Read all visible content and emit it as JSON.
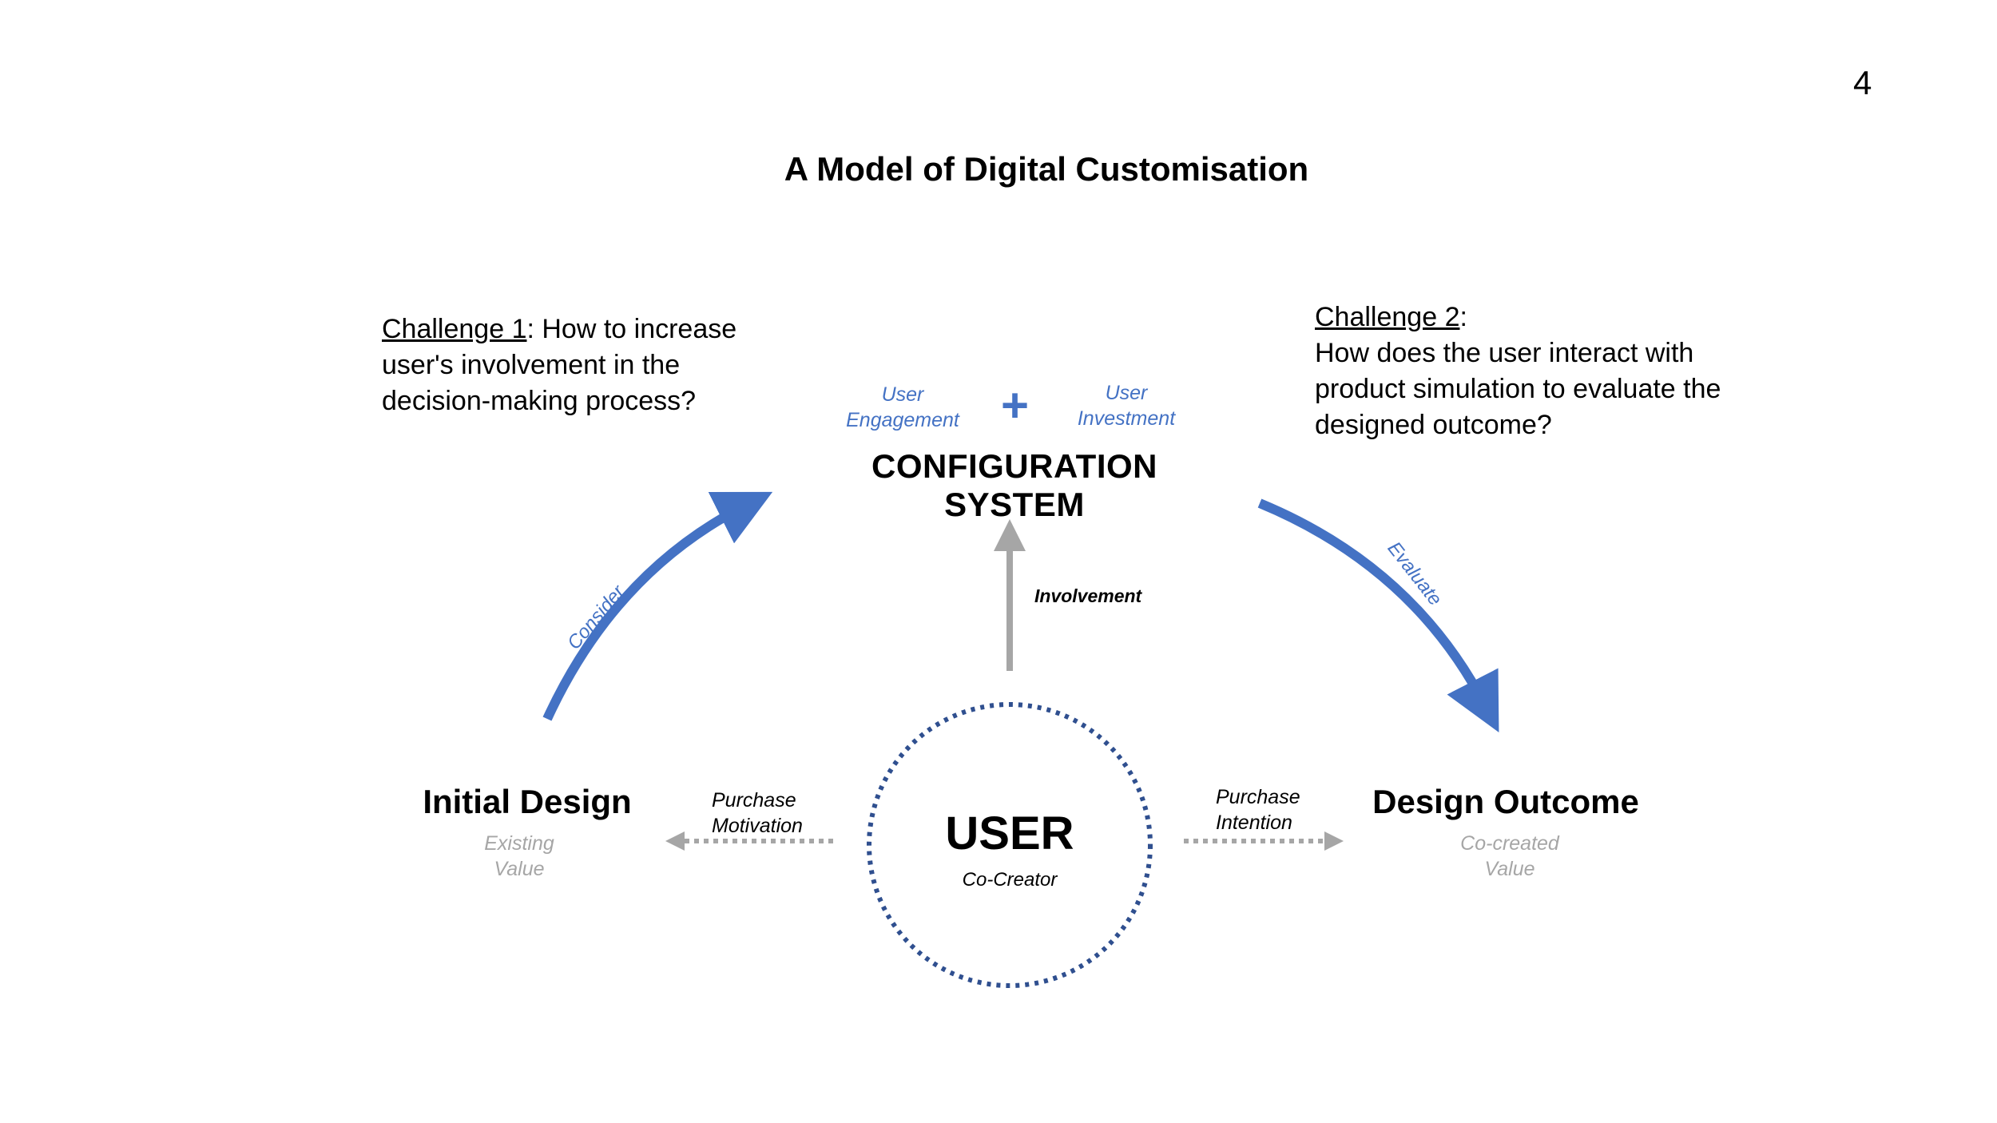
{
  "page_number": "4",
  "title": "A Model of Digital Customisation",
  "challenge1": {
    "heading": "Challenge 1",
    "text": ": How to increase user's involvement in the decision-making process?"
  },
  "challenge2": {
    "heading": "Challenge 2",
    "colon": ":",
    "text": "How does the user interact with product simulation to evaluate the designed outcome?"
  },
  "config": {
    "title": "CONFIGURATION SYSTEM",
    "left_label": [
      "User",
      "Engagement"
    ],
    "plus": "+",
    "right_label": [
      "User",
      "Investment"
    ]
  },
  "arrows": {
    "consider": "Consider",
    "evaluate": "Evaluate",
    "involvement": "Involvement"
  },
  "initial_design": {
    "title": "Initial Design",
    "sub": [
      "Existing",
      "Value"
    ]
  },
  "design_outcome": {
    "title": "Design Outcome",
    "sub": [
      "Co-created",
      "Value"
    ]
  },
  "purchase_motivation": [
    "Purchase",
    "Motivation"
  ],
  "purchase_intention": [
    "Purchase",
    "Intention"
  ],
  "user": {
    "title": "USER",
    "sub": "Co-Creator"
  },
  "colors": {
    "blue_arrow": "#4472c4",
    "gray_arrow": "#a6a6a6",
    "circle_dots": "#2f4f8f",
    "subtext_gray": "#a6a6a6"
  }
}
